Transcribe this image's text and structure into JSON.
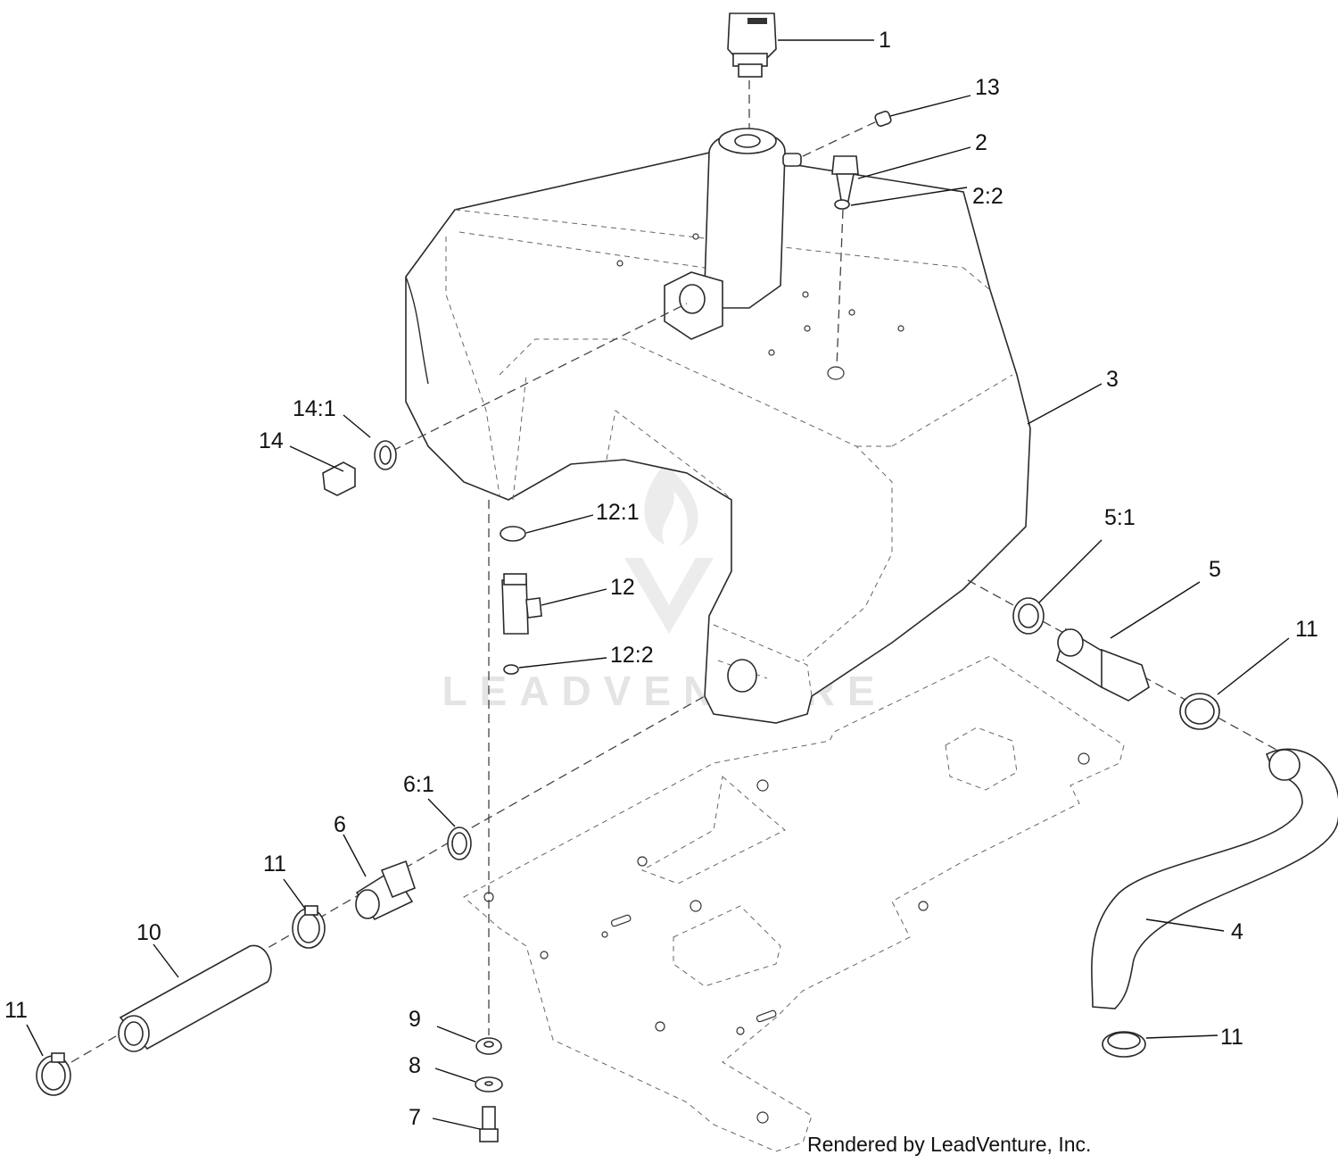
{
  "callouts": [
    {
      "id": "c1",
      "text": "1"
    },
    {
      "id": "c13",
      "text": "13"
    },
    {
      "id": "c2",
      "text": "2"
    },
    {
      "id": "c2_2",
      "text": "2:2"
    },
    {
      "id": "c3",
      "text": "3"
    },
    {
      "id": "c14_1",
      "text": "14:1"
    },
    {
      "id": "c14",
      "text": "14"
    },
    {
      "id": "c12_1",
      "text": "12:1"
    },
    {
      "id": "c12",
      "text": "12"
    },
    {
      "id": "c12_2",
      "text": "12:2"
    },
    {
      "id": "c5_1",
      "text": "5:1"
    },
    {
      "id": "c5",
      "text": "5"
    },
    {
      "id": "c11a",
      "text": "11"
    },
    {
      "id": "c6_1",
      "text": "6:1"
    },
    {
      "id": "c6",
      "text": "6"
    },
    {
      "id": "c11b",
      "text": "11"
    },
    {
      "id": "c10",
      "text": "10"
    },
    {
      "id": "c11c",
      "text": "11"
    },
    {
      "id": "c4",
      "text": "4"
    },
    {
      "id": "c11d",
      "text": "11"
    },
    {
      "id": "c9",
      "text": "9"
    },
    {
      "id": "c8",
      "text": "8"
    },
    {
      "id": "c7",
      "text": "7"
    }
  ],
  "watermark": "LEADVENTURE",
  "credit": "Rendered by LeadVenture, Inc."
}
